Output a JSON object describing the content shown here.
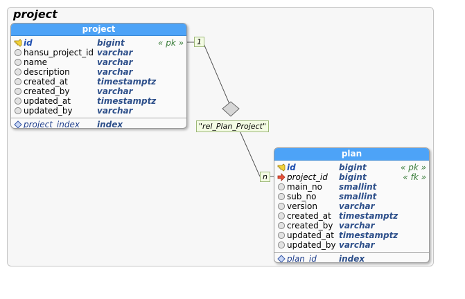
{
  "group": {
    "title": "project"
  },
  "tables": {
    "project": {
      "name": "project",
      "columns": [
        {
          "name": "id",
          "type": "bigint",
          "key": "« pk »",
          "icon": "primary-key-icon"
        },
        {
          "name": "hansu_project_id",
          "type": "varchar",
          "key": "",
          "icon": "column-icon"
        },
        {
          "name": "name",
          "type": "varchar",
          "key": "",
          "icon": "column-icon"
        },
        {
          "name": "description",
          "type": "varchar",
          "key": "",
          "icon": "column-icon"
        },
        {
          "name": "created_at",
          "type": "timestamptz",
          "key": "",
          "icon": "column-icon"
        },
        {
          "name": "created_by",
          "type": "varchar",
          "key": "",
          "icon": "column-icon"
        },
        {
          "name": "updated_at",
          "type": "timestamptz",
          "key": "",
          "icon": "column-icon"
        },
        {
          "name": "updated_by",
          "type": "varchar",
          "key": "",
          "icon": "column-icon"
        }
      ],
      "indexes": [
        {
          "name": "project_index",
          "type": "index",
          "icon": "index-icon"
        }
      ]
    },
    "plan": {
      "name": "plan",
      "columns": [
        {
          "name": "id",
          "type": "bigint",
          "key": "« pk »",
          "icon": "primary-key-icon"
        },
        {
          "name": "project_id",
          "type": "bigint",
          "key": "« fk »",
          "icon": "foreign-key-icon"
        },
        {
          "name": "main_no",
          "type": "smallint",
          "key": "",
          "icon": "column-icon"
        },
        {
          "name": "sub_no",
          "type": "smallint",
          "key": "",
          "icon": "column-icon"
        },
        {
          "name": "version",
          "type": "varchar",
          "key": "",
          "icon": "column-icon"
        },
        {
          "name": "created_at",
          "type": "timestamptz",
          "key": "",
          "icon": "column-icon"
        },
        {
          "name": "created_by",
          "type": "varchar",
          "key": "",
          "icon": "column-icon"
        },
        {
          "name": "updated_at",
          "type": "timestamptz",
          "key": "",
          "icon": "column-icon"
        },
        {
          "name": "updated_by",
          "type": "varchar",
          "key": "",
          "icon": "column-icon"
        }
      ],
      "indexes": [
        {
          "name": "plan_id",
          "type": "index",
          "icon": "index-icon"
        }
      ]
    }
  },
  "relation": {
    "name": "\"rel_Plan_Project\"",
    "from_multiplicity": "1",
    "to_multiplicity": "n"
  },
  "colors": {
    "header": "#4da3f7",
    "pk_icon": "#f2d23a",
    "fk_icon": "#e8533a",
    "type_text": "#2d4f8a",
    "key_text": "#3a7d3a",
    "label_bg": "#f3fbe3"
  }
}
